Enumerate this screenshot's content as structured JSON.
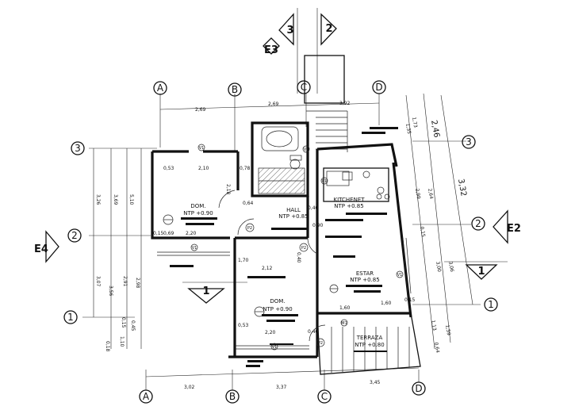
{
  "axes": {
    "A": "A",
    "B": "B",
    "C": "C",
    "D": "D",
    "n1": "1",
    "n2": "2",
    "n3": "3"
  },
  "elevations": {
    "e2": "E2",
    "e3": "E3",
    "e4": "E4",
    "s1": "1",
    "s2": "2",
    "s3": "3"
  },
  "rooms": {
    "dom1": {
      "name": "DOM.",
      "level": "NTP +0.90"
    },
    "dom2": {
      "name": "DOM.",
      "level": "NTP +0.90"
    },
    "hall": {
      "name": "HALL",
      "level": "NTP +0.85"
    },
    "kitchenet": {
      "name": "KITCHENET",
      "level": "NTP +0.85"
    },
    "estar": {
      "name": "ESTAR",
      "level": "NTP +0.85"
    },
    "terraza": {
      "name": "TERRAZA",
      "level": "NTP +0.80"
    }
  },
  "tags": {
    "v1": "V1",
    "p2": "P2",
    "p1": "P1",
    "m1": "M1"
  },
  "dims": {
    "top_ab": "2,69",
    "top_bd": "2,69",
    "top_cd": "3,92",
    "bot_ab": "3,02",
    "bot_bc": "3,37",
    "bot_cd": "3,45",
    "left_a": "3,26",
    "left_b": "3,69",
    "left_c": "5,10",
    "left_d": "3,07",
    "left_e": "3,56",
    "left_f": "2,91",
    "left_g": "2,98",
    "left_h": "0,18",
    "left_i": "0,15",
    "left_j": "0,45",
    "left_k": "1,10",
    "right_a": "2,46",
    "right_b": "3,32",
    "right_c": "1,73",
    "right_d": "1,35",
    "right_e": "2,99",
    "right_f": "2,64",
    "right_g": "3,00",
    "right_h": "3,06",
    "right_i": "1,13",
    "right_j": "1,59",
    "right_k": "0,64",
    "right_l": "0,15",
    "in_a": "0,53",
    "in_b": "2,10",
    "in_c": "0,78",
    "in_d": "2,18",
    "in_e": "2,20",
    "in_f": "0,69",
    "in_g": "0,15",
    "in_h": "0,64",
    "in_i": "2,12",
    "in_j": "1,70",
    "in_k": "0,40",
    "in_l": "2,20",
    "in_m": "0,53",
    "in_n": "1,60",
    "in_o": "1,60",
    "in_p": "0,15",
    "in_q": "0,40",
    "in_r": "0,40",
    "in_s": "0,90"
  }
}
